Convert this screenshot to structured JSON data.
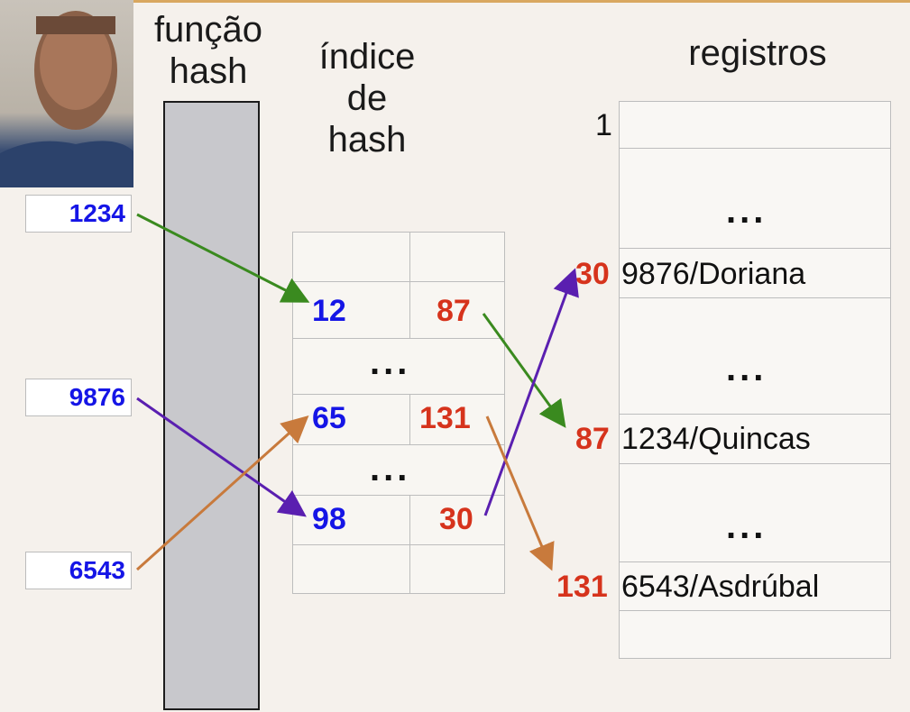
{
  "headings": {
    "hash_function": "função\nhash",
    "hash_index": "índice\nde\nhash",
    "records": "registros"
  },
  "keys": [
    "1234",
    "9876",
    "6543"
  ],
  "index_table": {
    "rows": [
      {
        "left": "",
        "right": ""
      },
      {
        "left": "12",
        "right": "87"
      },
      {
        "dots": "..."
      },
      {
        "left": "65",
        "right": "131"
      },
      {
        "dots": "..."
      },
      {
        "left": "98",
        "right": "30"
      },
      {
        "left": "",
        "right": ""
      }
    ]
  },
  "records": {
    "first_label": "1",
    "rows": [
      {
        "addr": "30",
        "value": "9876/Doriana"
      },
      {
        "addr": "87",
        "value": "1234/Quincas"
      },
      {
        "addr": "131",
        "value": "6543/Asdrúbal"
      }
    ],
    "dots": "..."
  },
  "colors": {
    "key": "#1515e6",
    "addr": "#d6331c",
    "arrow_1234": "#3a8a1f",
    "arrow_9876": "#5a1fb0",
    "arrow_6543": "#c87a3c"
  }
}
